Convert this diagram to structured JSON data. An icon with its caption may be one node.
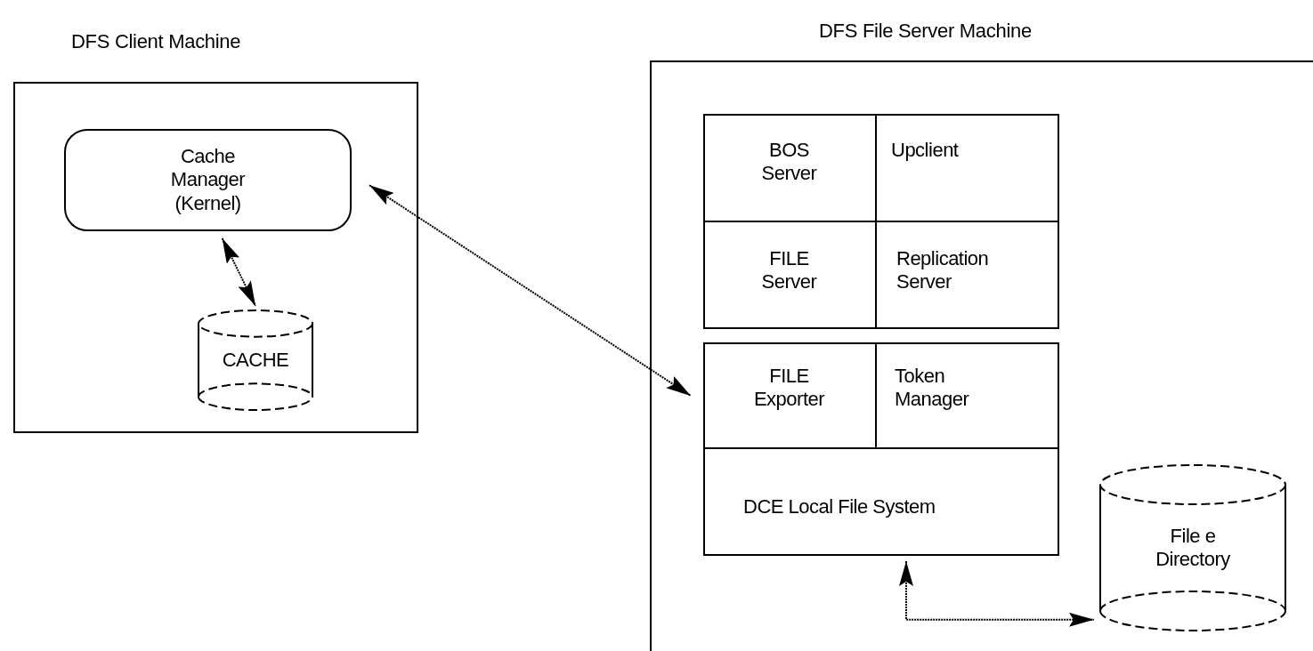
{
  "diagram": {
    "nodes": [
      {
        "text": [
          "DFS Client Machine"
        ]
      },
      {
        "text": [
          "Cache Manager (Kernel)"
        ],
        "in": 0
      },
      {
        "text": [
          "CACHE"
        ],
        "in": 0
      },
      {
        "text": [
          "DFS File Server Machine"
        ]
      },
      {
        "text": [],
        "shape": "box",
        "in": 3
      },
      {
        "text": [
          "BOS Server"
        ],
        "in": 4
      },
      {
        "text": [
          "Upclient"
        ],
        "in": 4
      },
      {
        "text": [
          "FILE Server"
        ],
        "in": 4
      },
      {
        "text": [
          "Replication Server"
        ],
        "in": 4
      },
      {
        "text": [],
        "shape": "box",
        "in": 3
      },
      {
        "text": [
          "FILE Exporter"
        ],
        "in": 9
      },
      {
        "text": [
          "Token Manager"
        ],
        "in": 9
      },
      {
        "text": [
          "DCE Local File System"
        ],
        "in": 9
      },
      {
        "text": [
          "File e Directory"
        ],
        "in": 3
      }
    ],
    "edges": [
      {
        "from": 1,
        "to": 2,
        "arrow": "both"
      },
      {
        "from": 1,
        "to": 10,
        "arrow": "both"
      },
      {
        "from": 12,
        "to": 13,
        "arrow": "both"
      }
    ]
  }
}
